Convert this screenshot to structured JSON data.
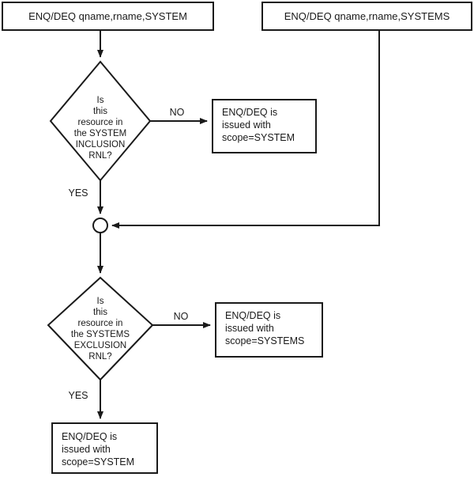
{
  "diagram": {
    "title": "ENQ/DEQ scope resolution RNL flowchart",
    "colors": {
      "stroke": "#1a1a1a",
      "fill": "#ffffff",
      "background": "#ffffff"
    },
    "nodes": {
      "start_system": {
        "type": "process",
        "label": "ENQ/DEQ qname,rname,SYSTEM"
      },
      "start_systems": {
        "type": "process",
        "label": "ENQ/DEQ qname,rname,SYSTEMS"
      },
      "decision_inclusion": {
        "type": "decision",
        "lines": [
          "Is",
          "this",
          "resource in",
          "the SYSTEM",
          "INCLUSION",
          "RNL?"
        ]
      },
      "decision_exclusion": {
        "type": "decision",
        "lines": [
          "Is",
          "this",
          "resource in",
          "the SYSTEMS",
          "EXCLUSION",
          "RNL?"
        ]
      },
      "result_no_inclusion": {
        "type": "process",
        "lines": [
          "ENQ/DEQ is",
          "issued with",
          "scope=SYSTEM"
        ]
      },
      "result_no_exclusion": {
        "type": "process",
        "lines": [
          "ENQ/DEQ is",
          "issued with",
          "scope=SYSTEMS"
        ]
      },
      "result_yes_final": {
        "type": "process",
        "lines": [
          "ENQ/DEQ is",
          "issued with",
          "scope=SYSTEM"
        ]
      },
      "junction": {
        "type": "connector-circle",
        "label": ""
      }
    },
    "edge_labels": {
      "inclusion_no": "NO",
      "inclusion_yes": "YES",
      "exclusion_no": "NO",
      "exclusion_yes": "YES"
    }
  }
}
